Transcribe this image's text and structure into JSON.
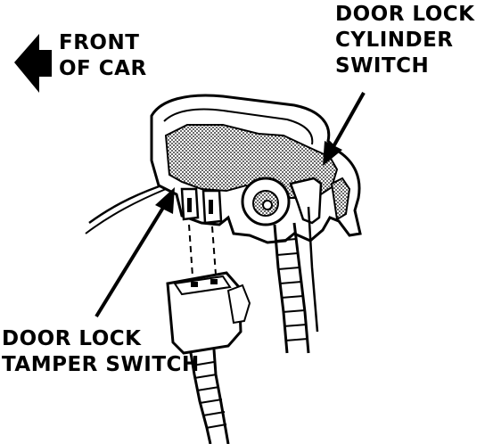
{
  "labels": {
    "front_of_car": [
      "FRONT",
      "OF CAR"
    ],
    "cylinder_switch": [
      "DOOR LOCK",
      "CYLINDER",
      "SWITCH"
    ],
    "tamper_switch": [
      "DOOR LOCK",
      "TAMPER SWITCH"
    ]
  },
  "colors": {
    "ink": "#000000",
    "paper": "#ffffff",
    "shade": "#7a7a7a"
  }
}
